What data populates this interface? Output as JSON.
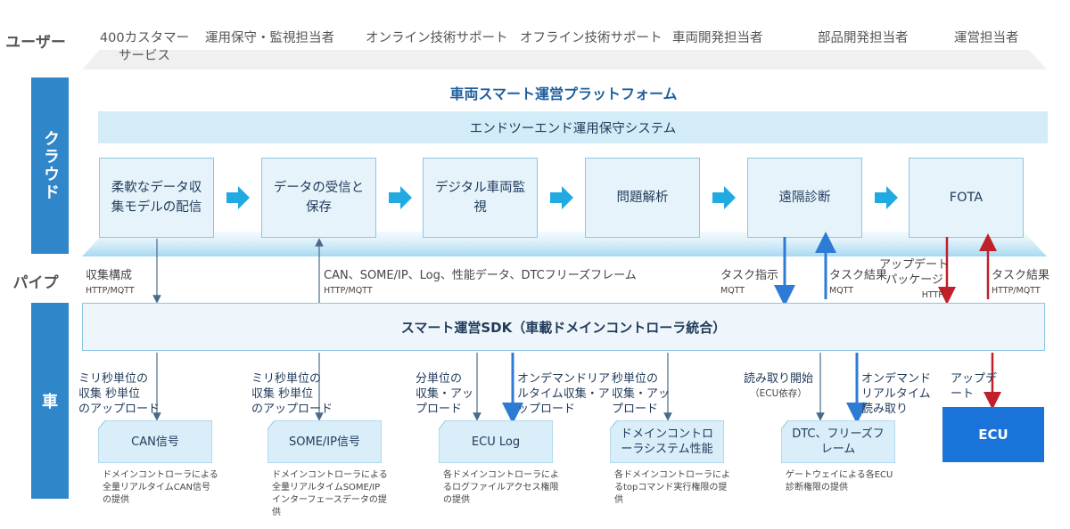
{
  "rows": {
    "user": "ユーザー",
    "cloud": "クラウド",
    "pipe": "パイプ",
    "vehicle": "車"
  },
  "users": [
    "400カスタマーサービス",
    "運用保守・監視担当者",
    "オンライン技術サポート",
    "オフライン技術サポート",
    "車両開発担当者",
    "部品開発担当者",
    "運営担当者"
  ],
  "cloud": {
    "title": "車両スマート運営プラットフォーム",
    "system": "エンドツーエンド運用保守システム",
    "steps": [
      "柔軟なデータ収集モデルの配信",
      "データの受信と保存",
      "デジタル車両監視",
      "問題解析",
      "遠隔診断",
      "FOTA"
    ]
  },
  "pipe": {
    "collect_config": "収集構成",
    "collect_proto": "HTTP/MQTT",
    "upload": "CAN、SOME/IP、Log、性能データ、DTCフリーズフレーム",
    "upload_proto": "HTTP/MQTT",
    "task_cmd": "タスク指示",
    "task_cmd_proto": "MQTT",
    "task_result1": "タスク結果",
    "task_result1_proto": "MQTT",
    "update_pkg1": "アップデート",
    "update_pkg2": "パッケージ",
    "update_pkg_proto": "HTTP",
    "task_result2": "タスク結果",
    "task_result2_proto": "HTTP/MQTT"
  },
  "sdk": "スマート運営SDK（車載ドメインコントローラ統合）",
  "vehicle": {
    "flows": {
      "can": [
        "ミリ秒単位の",
        "収集 秒単位",
        "のアップロード"
      ],
      "someip": [
        "ミリ秒単位の",
        "収集 秒単位",
        "のアップロード"
      ],
      "log1": [
        "分単位の",
        "収集・アッ",
        "プロード"
      ],
      "log2": [
        "オンデマンドリア",
        "ルタイム収集・ア",
        "ップロード"
      ],
      "perf": [
        "秒単位の",
        "収集・アッ",
        "プロード"
      ],
      "dtc1": [
        "読み取り開始",
        "（ECU依存）"
      ],
      "dtc2": [
        "オンデマンド",
        "リアルタイム",
        "読み取り"
      ],
      "ecu": [
        "アップデ",
        "ート"
      ]
    },
    "sources": [
      {
        "name": "CAN信号",
        "desc": "ドメインコントローラによる全量リアルタイムCAN信号の提供"
      },
      {
        "name": "SOME/IP信号",
        "desc": "ドメインコントローラによる全量リアルタイムSOME/IPインターフェースデータの提供"
      },
      {
        "name": "ECU Log",
        "desc": "各ドメインコントローラによるログファイルアクセス権限の提供"
      },
      {
        "name": "ドメインコントローラシステム性能",
        "desc": "各ドメインコントローラによるtopコマンド実行権限の提供"
      },
      {
        "name": "DTC、フリーズフレーム",
        "desc": "ゲートウェイによる各ECU診断権限の提供"
      }
    ],
    "ecu": "ECU"
  },
  "colors": {
    "brand_blue": "#2f86c9",
    "arrow_cyan": "#21a9e1",
    "arrow_blue": "#2e7bd6",
    "arrow_red": "#c0202a",
    "ecu_blue": "#1a73d9"
  }
}
